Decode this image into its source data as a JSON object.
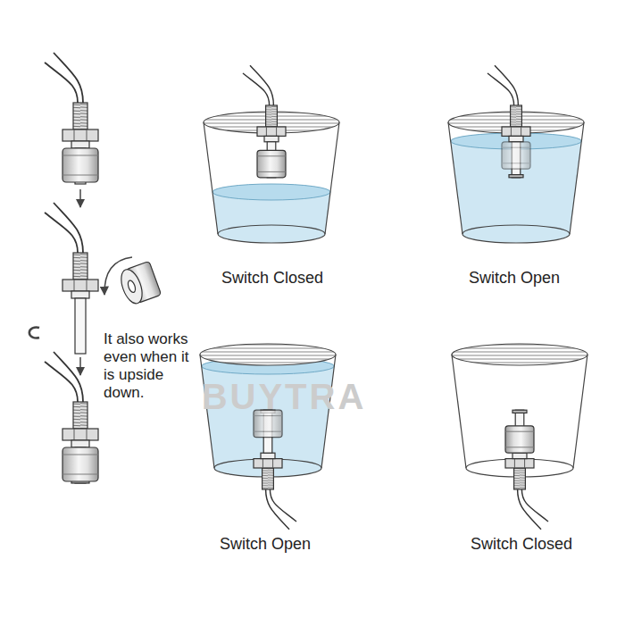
{
  "diagram": {
    "labels": [
      "Switch Closed",
      "Switch Open",
      "It also works even when it is upside down.",
      "BUYTRA",
      "Switch Open",
      "Switch Closed"
    ]
  }
}
